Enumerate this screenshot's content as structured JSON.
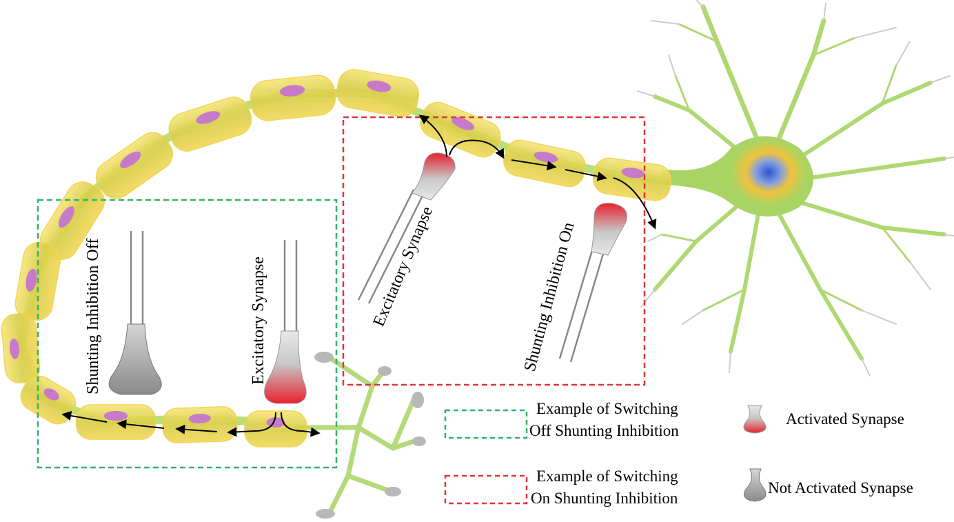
{
  "labels": {
    "shunting_off": "Shunting Inhibition Off",
    "excitatory_left": "Excitatory Synapse",
    "excitatory_right": "Excitatory Synapse",
    "shunting_on": "Shunting Inhibition On"
  },
  "legend": {
    "green_line1": "Example of Switching",
    "green_line2": "Off Shunting Inhibition",
    "red_line1": "Example of Switching",
    "red_line2": "On Shunting Inhibition",
    "activated": "Activated Synapse",
    "not_activated": "Not Activated Synapse"
  },
  "colors": {
    "myelin": "#f4dc5a",
    "nucleus": "#c77ac9",
    "neuron": "#a8d463",
    "green_box": "#2fb36a",
    "red_box": "#e0323a",
    "activated": "#e8202e",
    "synapse_gray": "#8a8a8a"
  }
}
